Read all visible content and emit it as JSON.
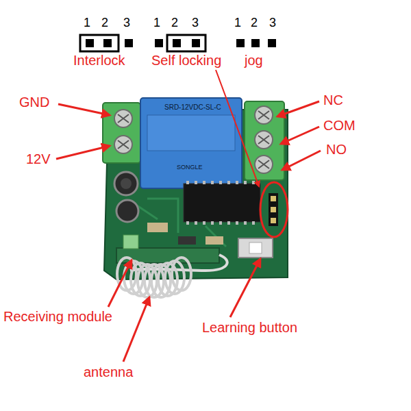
{
  "diagram": {
    "labels": [
      "1",
      "2",
      "3",
      "1",
      "2",
      "3",
      "1",
      "2",
      "3",
      "Interlock",
      "Self locking",
      "jog",
      "GND",
      "NC",
      "COM",
      "NO",
      "12V",
      "SRD-12VDC-SL-C",
      "SONGLE",
      "Receiving module",
      "Learning button",
      "antenna"
    ]
  }
}
